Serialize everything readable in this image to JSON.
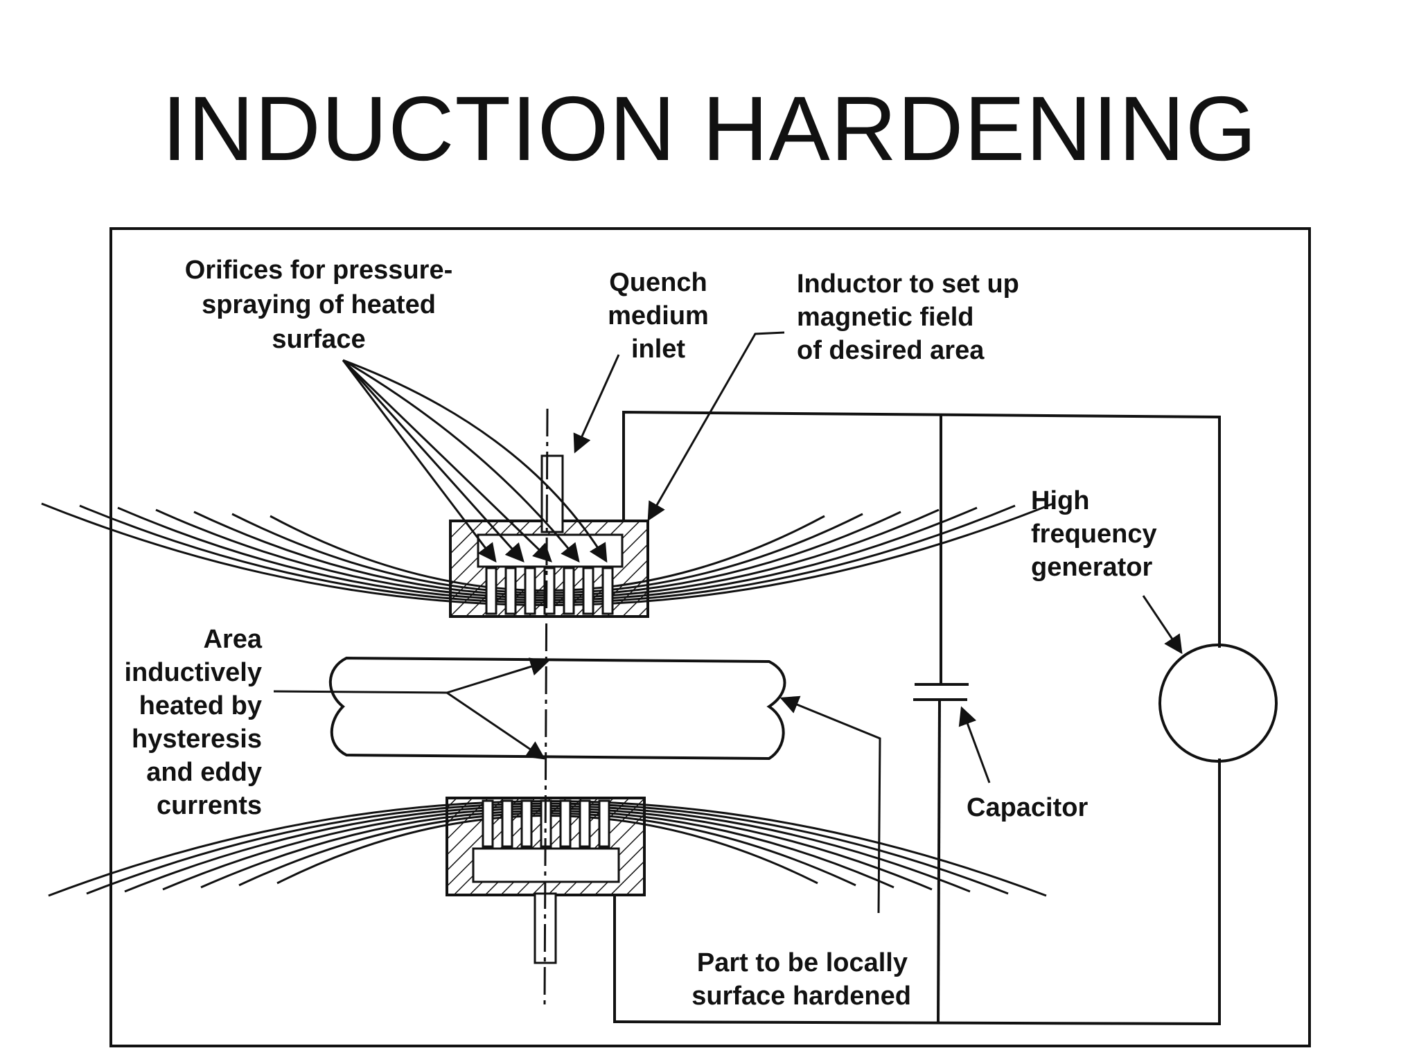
{
  "title": "INDUCTION HARDENING",
  "labels": {
    "orifices": [
      "Orifices for pressure-",
      "spraying of heated",
      "surface"
    ],
    "quench": [
      "Quench",
      "medium",
      "inlet"
    ],
    "inductor": [
      "Inductor to set up",
      "magnetic field",
      "of desired area"
    ],
    "generator": [
      "High",
      "frequency",
      "generator"
    ],
    "area": [
      "Area",
      "inductively",
      "heated by",
      "hysteresis",
      "and eddy",
      "currents"
    ],
    "capacitor": "Capacitor",
    "part": [
      "Part to be locally",
      "surface hardened"
    ]
  }
}
